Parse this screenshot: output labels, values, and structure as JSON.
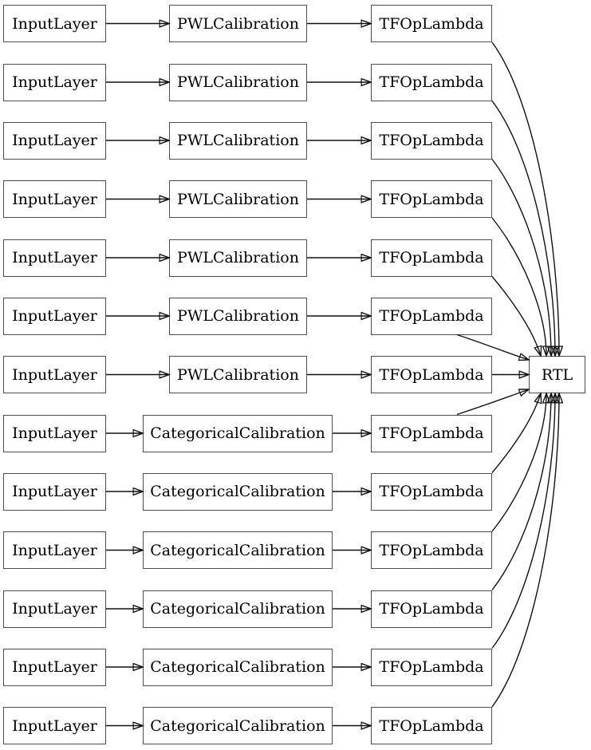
{
  "colors": {
    "background": "#ffffff",
    "box_border": "#4d4d4d",
    "edge": "#111111",
    "text": "#000000"
  },
  "rows": [
    {
      "input": "InputLayer",
      "calibration": "PWLCalibration",
      "lambda": "TFOpLambda"
    },
    {
      "input": "InputLayer",
      "calibration": "PWLCalibration",
      "lambda": "TFOpLambda"
    },
    {
      "input": "InputLayer",
      "calibration": "PWLCalibration",
      "lambda": "TFOpLambda"
    },
    {
      "input": "InputLayer",
      "calibration": "PWLCalibration",
      "lambda": "TFOpLambda"
    },
    {
      "input": "InputLayer",
      "calibration": "PWLCalibration",
      "lambda": "TFOpLambda"
    },
    {
      "input": "InputLayer",
      "calibration": "PWLCalibration",
      "lambda": "TFOpLambda"
    },
    {
      "input": "InputLayer",
      "calibration": "PWLCalibration",
      "lambda": "TFOpLambda"
    },
    {
      "input": "InputLayer",
      "calibration": "CategoricalCalibration",
      "lambda": "TFOpLambda"
    },
    {
      "input": "InputLayer",
      "calibration": "CategoricalCalibration",
      "lambda": "TFOpLambda"
    },
    {
      "input": "InputLayer",
      "calibration": "CategoricalCalibration",
      "lambda": "TFOpLambda"
    },
    {
      "input": "InputLayer",
      "calibration": "CategoricalCalibration",
      "lambda": "TFOpLambda"
    },
    {
      "input": "InputLayer",
      "calibration": "CategoricalCalibration",
      "lambda": "TFOpLambda"
    },
    {
      "input": "InputLayer",
      "calibration": "CategoricalCalibration",
      "lambda": "TFOpLambda"
    }
  ],
  "output": {
    "label": "RTL"
  }
}
